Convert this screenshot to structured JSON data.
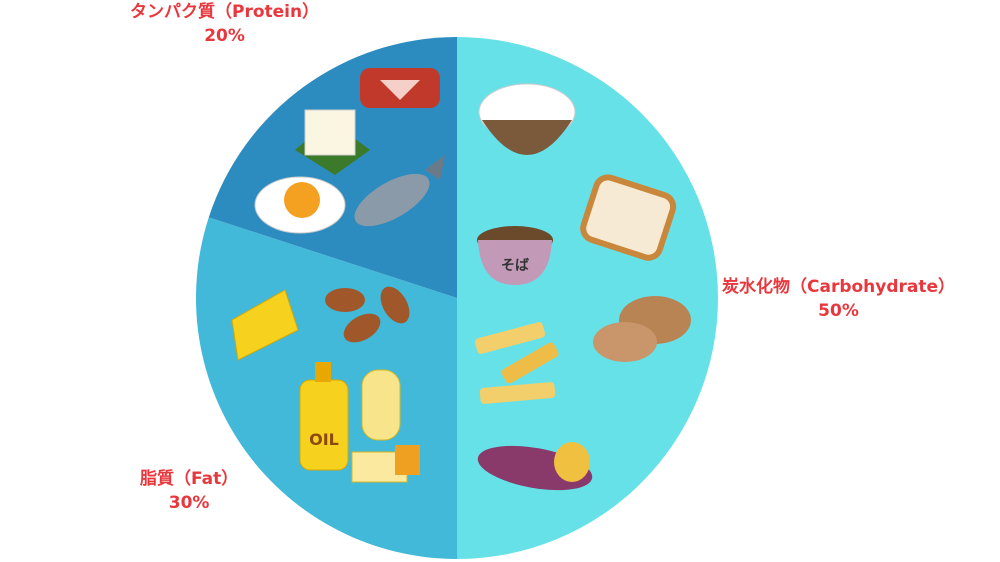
{
  "chart_data": {
    "type": "pie",
    "title": "",
    "start": "top",
    "direction": "clockwise",
    "slices": [
      {
        "label": "炭水化物（Carbohydrate）",
        "value": 50,
        "value_label": "50%",
        "color": "#67e1e8"
      },
      {
        "label": "脂質（Fat）",
        "value": 30,
        "value_label": "30%",
        "color": "#42b9d8"
      },
      {
        "label": "タンパク質（Protein）",
        "value": 20,
        "value_label": "20%",
        "color": "#2d8cbf"
      }
    ],
    "label_color": "#e8383d",
    "illustrations": {
      "carbohydrate": [
        "rice-bowl",
        "bread",
        "soba-noodles",
        "potatoes",
        "penne-pasta",
        "sweet-potato"
      ],
      "fat": [
        "cheese",
        "almonds",
        "oil-bottle",
        "butter"
      ],
      "protein": [
        "meat",
        "tofu",
        "egg",
        "fish"
      ]
    },
    "oil_label": "OIL",
    "soba_label": "そば"
  }
}
